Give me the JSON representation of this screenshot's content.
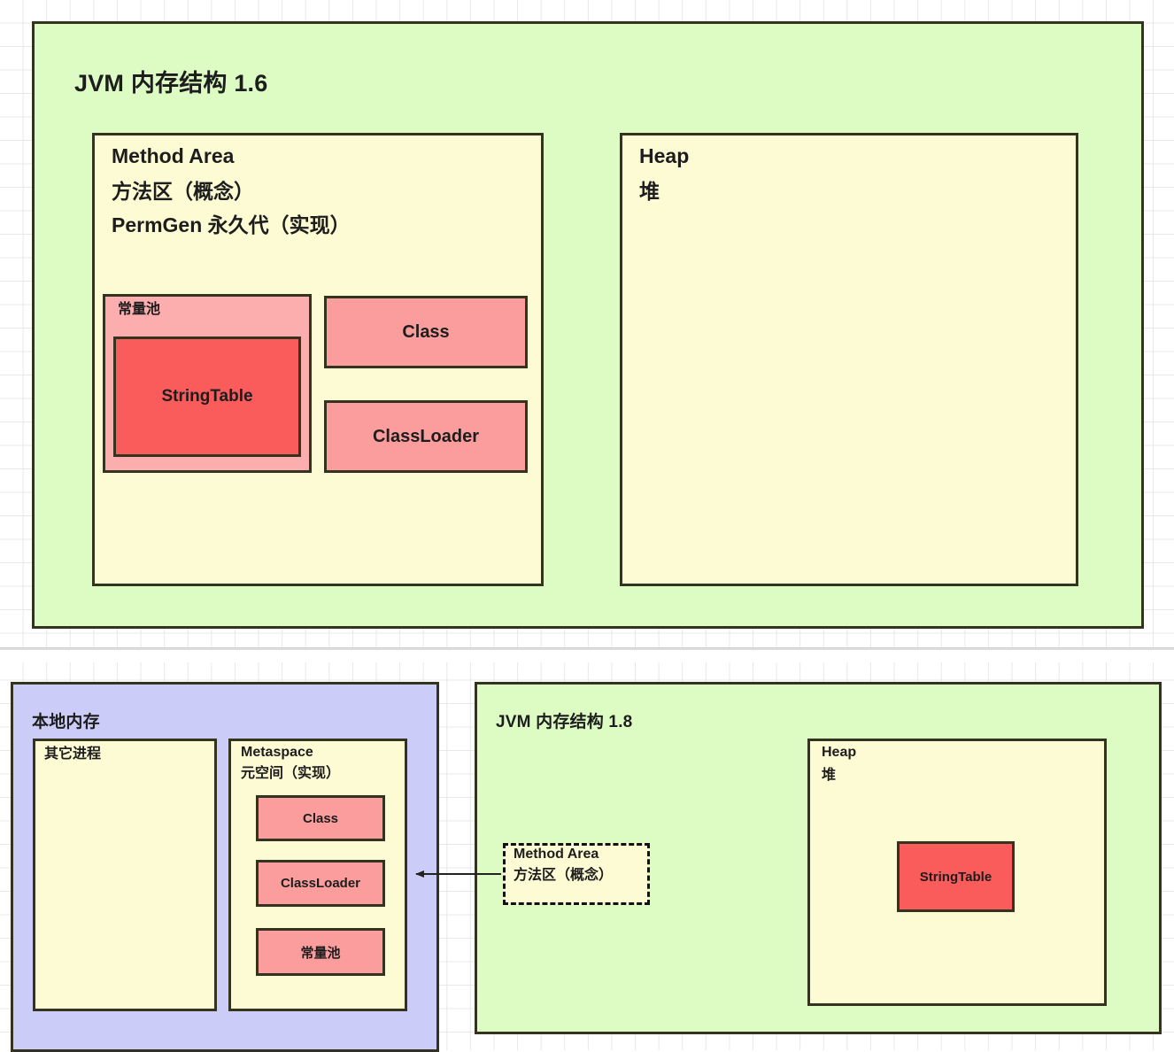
{
  "diagram": {
    "title_top": "JVM 内存结构 1.6",
    "title_bottom_right": "JVM 内存结构 1.8",
    "title_bottom_left": "本地内存"
  },
  "jvm16": {
    "heading": "JVM 内存结构 1.6",
    "method_area": {
      "line1": "Method Area",
      "line2": "方法区（概念）",
      "line3": "PermGen 永久代（实现）",
      "constant_pool": {
        "label": "常量池",
        "string_table": "StringTable"
      },
      "class_box": "Class",
      "classloader_box": "ClassLoader"
    },
    "heap": {
      "line1": "Heap",
      "line2": "堆"
    }
  },
  "native_memory": {
    "heading": "本地内存",
    "other_processes": "其它进程",
    "metaspace": {
      "line1": "Metaspace",
      "line2": "元空间（实现）",
      "items": [
        "Class",
        "ClassLoader",
        "常量池"
      ]
    }
  },
  "jvm18": {
    "heading": "JVM 内存结构 1.8",
    "method_area_dashed": {
      "line1": "Method Area",
      "line2": "方法区（概念）"
    },
    "heap": {
      "line1": "Heap",
      "line2": "堆",
      "string_table": "StringTable"
    }
  },
  "colors": {
    "green": "#ddfcc4",
    "yellow": "#fdfbd4",
    "purple": "#ccccf8",
    "pink": "#fb9d9d",
    "pink_light": "#fcaeae",
    "red": "#fa5c5c",
    "stroke": "#33331f"
  }
}
